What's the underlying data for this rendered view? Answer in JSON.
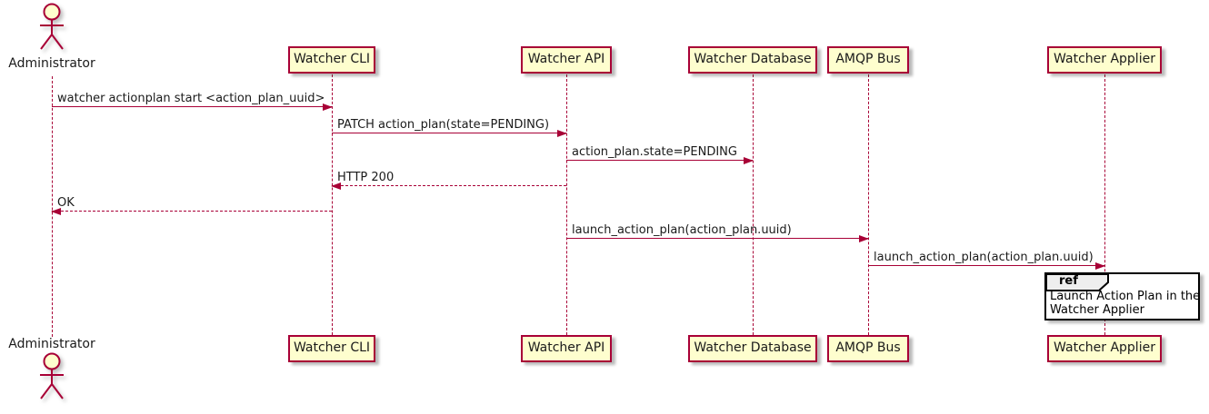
{
  "diagram": {
    "type": "sequence-diagram",
    "colors": {
      "participant_fill": "#FEFECE",
      "stroke": "#A80036",
      "lifeline": "#A80036",
      "arrow": "#A80036",
      "ref_border": "#000000",
      "ref_header_fill": "#EEEEEE",
      "background": "#FFFFFF"
    }
  },
  "actor": {
    "name": "Administrator"
  },
  "participants": [
    {
      "id": "watcher-cli",
      "label": "Watcher CLI"
    },
    {
      "id": "watcher-api",
      "label": "Watcher API"
    },
    {
      "id": "watcher-database",
      "label": "Watcher Database"
    },
    {
      "id": "amqp-bus",
      "label": "AMQP Bus"
    },
    {
      "id": "watcher-applier",
      "label": "Watcher Applier"
    }
  ],
  "messages": [
    {
      "from": "Administrator",
      "to": "Watcher CLI",
      "label": "watcher actionplan start <action_plan_uuid>",
      "line": "solid",
      "direction": "right"
    },
    {
      "from": "Watcher CLI",
      "to": "Watcher API",
      "label": "PATCH action_plan(state=PENDING)",
      "line": "solid",
      "direction": "right"
    },
    {
      "from": "Watcher API",
      "to": "Watcher Database",
      "label": "action_plan.state=PENDING",
      "line": "solid",
      "direction": "right"
    },
    {
      "from": "Watcher API",
      "to": "Watcher CLI",
      "label": "HTTP 200",
      "line": "dashed",
      "direction": "left"
    },
    {
      "from": "Watcher CLI",
      "to": "Administrator",
      "label": "OK",
      "line": "dashed",
      "direction": "left"
    },
    {
      "from": "Watcher API",
      "to": "AMQP Bus",
      "label": "launch_action_plan(action_plan.uuid)",
      "line": "solid",
      "direction": "right"
    },
    {
      "from": "AMQP Bus",
      "to": "Watcher Applier",
      "label": "launch_action_plan(action_plan.uuid)",
      "line": "solid",
      "direction": "right"
    }
  ],
  "ref": {
    "keyword": "ref",
    "over": "Watcher Applier",
    "lines": [
      "Launch Action Plan in the",
      "Watcher Applier"
    ]
  }
}
